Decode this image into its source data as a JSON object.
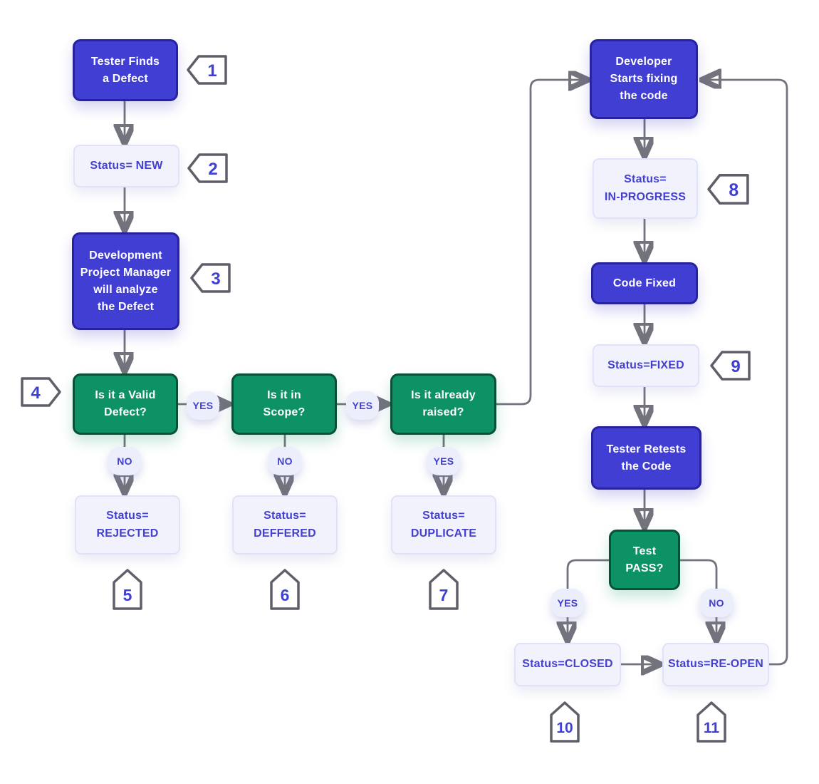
{
  "diagram": "Defect life cycle flowchart",
  "colors": {
    "process_fill": "#413ED4",
    "process_border": "#2722A0",
    "decision_fill": "#0D9266",
    "decision_border": "#0A4F38",
    "status_fill": "#F1F2FC",
    "status_border": "#DFE2F8",
    "status_text": "#4440D0",
    "connector_line": "#73737D",
    "tag_border": "#5F5F6A",
    "tag_number": "#3F3FD4",
    "pill_fill": "#ECEEFB"
  },
  "nodes": {
    "tester_finds_defect": {
      "label": "Tester Finds\na Defect"
    },
    "status_new": {
      "label": "Status= NEW"
    },
    "dev_manager_analyze": {
      "label": "Development\nProject Manager\nwill analyze\nthe Defect"
    },
    "valid_defect": {
      "label": "Is it a Valid\nDefect?"
    },
    "in_scope": {
      "label": "Is it in\nScope?"
    },
    "already_raised": {
      "label": "Is it already\nraised?"
    },
    "status_rejected": {
      "label": "Status=\nREJECTED"
    },
    "status_deffered": {
      "label": "Status=\nDEFFERED"
    },
    "status_duplicate": {
      "label": "Status=\nDUPLICATE"
    },
    "developer_fixing": {
      "label": "Developer\nStarts fixing\nthe code"
    },
    "status_in_progress": {
      "label": "Status=\nIN-PROGRESS"
    },
    "code_fixed": {
      "label": "Code Fixed"
    },
    "status_fixed": {
      "label": "Status=FIXED"
    },
    "tester_retests": {
      "label": "Tester Retests\nthe Code"
    },
    "test_pass": {
      "label": "Test\nPASS?"
    },
    "status_closed": {
      "label": "Status=CLOSED"
    },
    "status_reopen": {
      "label": "Status=RE-OPEN"
    }
  },
  "branch_labels": {
    "valid_yes": "YES",
    "valid_no": "NO",
    "scope_yes": "YES",
    "scope_no": "NO",
    "raised_yes": "YES",
    "pass_yes": "YES",
    "pass_no": "NO"
  },
  "tags": {
    "t1": {
      "number": "1"
    },
    "t2": {
      "number": "2"
    },
    "t3": {
      "number": "3"
    },
    "t4": {
      "number": "4"
    },
    "t5": {
      "number": "5"
    },
    "t6": {
      "number": "6"
    },
    "t7": {
      "number": "7"
    },
    "t8": {
      "number": "8"
    },
    "t9": {
      "number": "9"
    },
    "t10": {
      "number": "10"
    },
    "t11": {
      "number": "11"
    }
  }
}
